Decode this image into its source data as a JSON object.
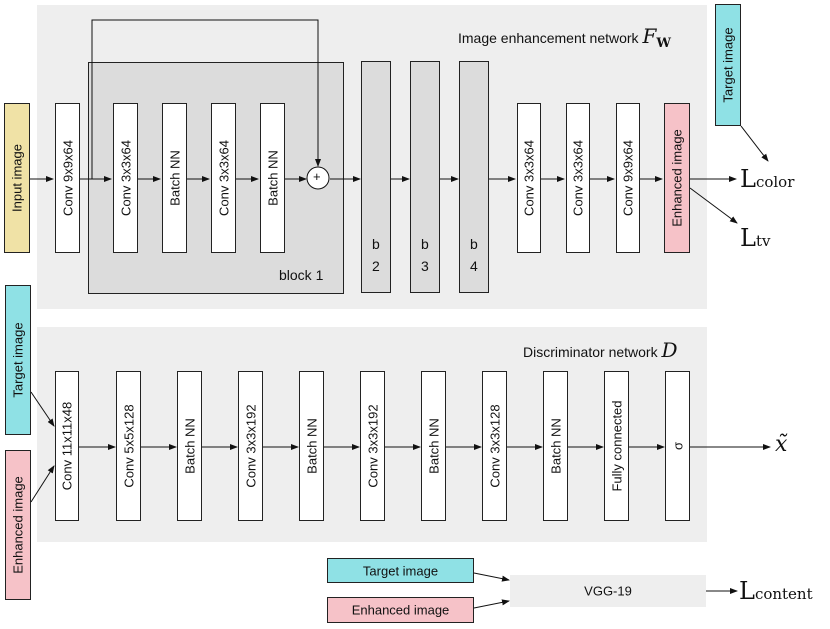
{
  "enhancer": {
    "title": "Image enhancement network",
    "title_symbol": "F",
    "title_symbol_sub": "W",
    "input": "Input image",
    "conv_first": "Conv 9x9x64",
    "block1": {
      "label": "block 1",
      "layers": [
        "Conv 3x3x64",
        "Batch NN",
        "Conv 3x3x64",
        "Batch NN"
      ],
      "add_symbol": "+"
    },
    "residual_blocks": [
      {
        "letter": "b",
        "num": "2"
      },
      {
        "letter": "b",
        "num": "3"
      },
      {
        "letter": "b",
        "num": "4"
      }
    ],
    "tail": [
      "Conv 3x3x64",
      "Conv 3x3x64",
      "Conv 9x9x64"
    ],
    "output": "Enhanced image",
    "target": "Target image",
    "loss_color_main": "L",
    "loss_color_sub": "color",
    "loss_tv_main": "L",
    "loss_tv_sub": "tv"
  },
  "discriminator": {
    "title": "Discriminator network",
    "title_symbol": "D",
    "input_target": "Target image",
    "input_enhanced": "Enhanced image",
    "layers": [
      "Conv 11x11x48",
      "Conv 5x5x128",
      "Batch NN",
      "Conv 3x3x192",
      "Batch NN",
      "Conv 3x3x192",
      "Batch NN",
      "Conv 3x3x128",
      "Batch NN",
      "Fully connected",
      "σ"
    ],
    "output_symbol": "x̃"
  },
  "content": {
    "target": "Target image",
    "enhanced": "Enhanced image",
    "vgg": "VGG-19",
    "loss_main": "L",
    "loss_sub": "content"
  }
}
